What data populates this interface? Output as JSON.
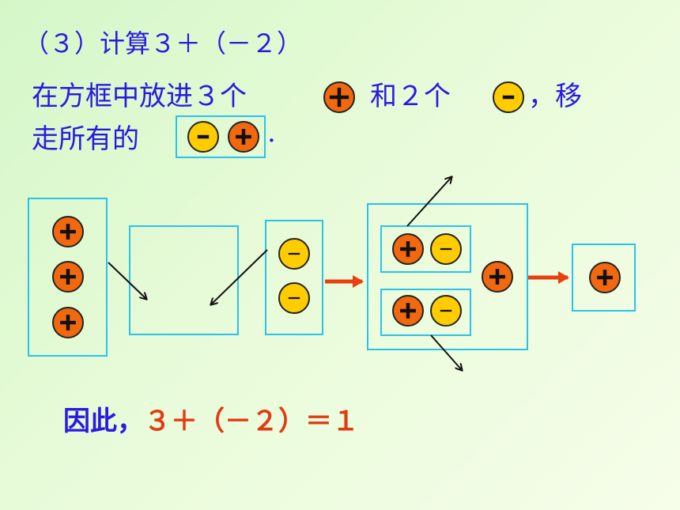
{
  "title": "（３）计算３＋（－２）",
  "line1": {
    "part_a": "在方框中放进３个",
    "part_b": "和２个",
    "part_c": "，移"
  },
  "line2": {
    "part_a": "走所有的",
    "part_b": "."
  },
  "conclusion": {
    "prefix": "因此，",
    "equation": "３＋（－２）＝１"
  },
  "tokens": {
    "plus_icon": "plus-token-icon",
    "minus_icon": "minus-token-icon"
  },
  "colors": {
    "text_blue": "#2a1ae0",
    "equation_red": "#e23b14",
    "box_border": "#29c3ea",
    "plus_token": "#f2680e",
    "minus_token": "#ffcc00",
    "big_arrow": "#e8400f"
  }
}
